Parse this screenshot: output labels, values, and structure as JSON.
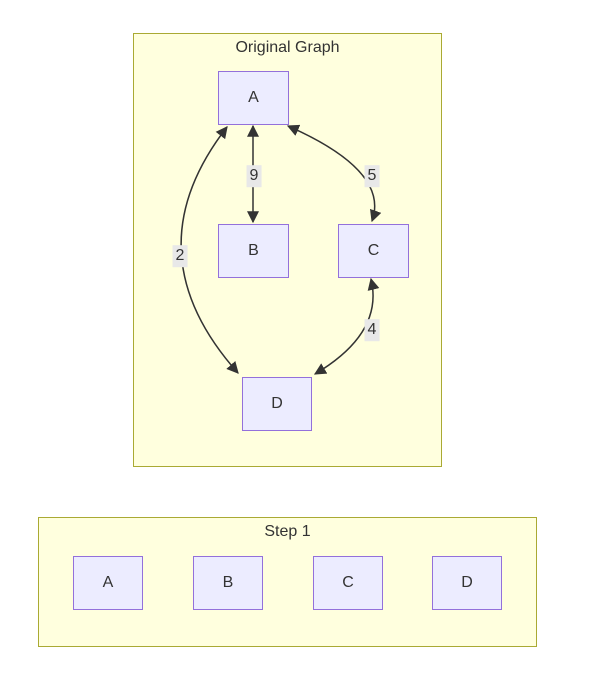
{
  "original_graph": {
    "title": "Original Graph",
    "nodes": [
      {
        "id": "A",
        "label": "A"
      },
      {
        "id": "B",
        "label": "B"
      },
      {
        "id": "C",
        "label": "C"
      },
      {
        "id": "D",
        "label": "D"
      }
    ],
    "edges": [
      {
        "from": "A",
        "to": "B",
        "label": "9",
        "direction": "both"
      },
      {
        "from": "A",
        "to": "C",
        "label": "5",
        "direction": "both"
      },
      {
        "from": "A",
        "to": "D",
        "label": "2",
        "direction": "both"
      },
      {
        "from": "D",
        "to": "C",
        "label": "4",
        "direction": "both"
      }
    ]
  },
  "step_1": {
    "title": "Step 1",
    "nodes": [
      {
        "id": "A",
        "label": "A"
      },
      {
        "id": "B",
        "label": "B"
      },
      {
        "id": "C",
        "label": "C"
      },
      {
        "id": "D",
        "label": "D"
      }
    ]
  },
  "colors": {
    "subgraph_fill": "#ffffde",
    "subgraph_border": "#aaaa33",
    "node_fill": "#ececff",
    "node_border": "#9370db",
    "edge_stroke": "#333333",
    "edge_label_bg": "#e8e8e8",
    "text": "#333333"
  }
}
